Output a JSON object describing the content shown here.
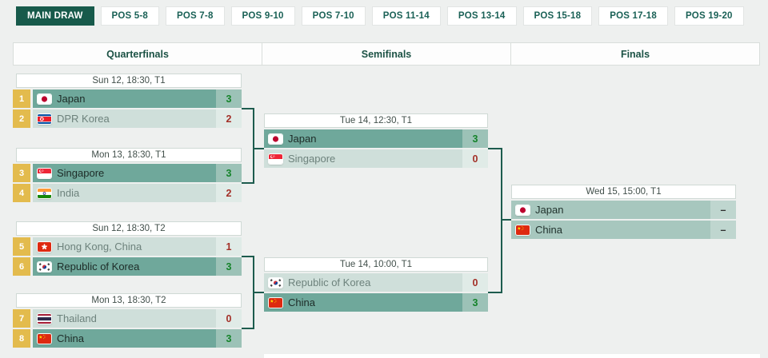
{
  "tabs": [
    {
      "label": "MAIN DRAW",
      "active": true
    },
    {
      "label": "POS 5-8",
      "active": false
    },
    {
      "label": "POS 7-8",
      "active": false
    },
    {
      "label": "POS 9-10",
      "active": false
    },
    {
      "label": "POS 7-10",
      "active": false
    },
    {
      "label": "POS 11-14",
      "active": false
    },
    {
      "label": "POS 13-14",
      "active": false
    },
    {
      "label": "POS 15-18",
      "active": false
    },
    {
      "label": "POS 17-18",
      "active": false
    },
    {
      "label": "POS 19-20",
      "active": false
    }
  ],
  "round_headers": [
    "Quarterfinals",
    "Semifinals",
    "Finals"
  ],
  "matches": {
    "qf1": {
      "schedule": "Sun 12, 18:30, T1",
      "rows": [
        {
          "seed": "1",
          "team": "Japan",
          "flag": "japan",
          "score": "3",
          "result": "win"
        },
        {
          "seed": "2",
          "team": "DPR Korea",
          "flag": "dpr-korea",
          "score": "2",
          "result": "loss"
        }
      ]
    },
    "qf2": {
      "schedule": "Mon 13, 18:30, T1",
      "rows": [
        {
          "seed": "3",
          "team": "Singapore",
          "flag": "singapore",
          "score": "3",
          "result": "win"
        },
        {
          "seed": "4",
          "team": "India",
          "flag": "india",
          "score": "2",
          "result": "loss"
        }
      ]
    },
    "qf3": {
      "schedule": "Sun 12, 18:30, T2",
      "rows": [
        {
          "seed": "5",
          "team": "Hong Kong, China",
          "flag": "hong-kong",
          "score": "1",
          "result": "loss"
        },
        {
          "seed": "6",
          "team": "Republic of Korea",
          "flag": "south-korea",
          "score": "3",
          "result": "win"
        }
      ]
    },
    "qf4": {
      "schedule": "Mon 13, 18:30, T2",
      "rows": [
        {
          "seed": "7",
          "team": "Thailand",
          "flag": "thailand",
          "score": "0",
          "result": "loss"
        },
        {
          "seed": "8",
          "team": "China",
          "flag": "china",
          "score": "3",
          "result": "win"
        }
      ]
    },
    "sf1": {
      "schedule": "Tue 14, 12:30, T1",
      "rows": [
        {
          "team": "Japan",
          "flag": "japan",
          "score": "3",
          "result": "win"
        },
        {
          "team": "Singapore",
          "flag": "singapore",
          "score": "0",
          "result": "loss"
        }
      ]
    },
    "sf2": {
      "schedule": "Tue 14, 10:00, T1",
      "rows": [
        {
          "team": "Republic of Korea",
          "flag": "south-korea",
          "score": "0",
          "result": "loss"
        },
        {
          "team": "China",
          "flag": "china",
          "score": "3",
          "result": "win"
        }
      ]
    },
    "final": {
      "schedule": "Wed 15, 15:00, T1",
      "rows": [
        {
          "team": "Japan",
          "flag": "japan",
          "score": "–",
          "result": "pending"
        },
        {
          "team": "China",
          "flag": "china",
          "score": "–",
          "result": "pending"
        }
      ]
    }
  },
  "colors": {
    "page_bg": "#eef0ef",
    "active_tab": "#175a4b",
    "winner_row": "#6fa89b",
    "loser_row": "#cfdfda",
    "pending_row": "#a7c7be",
    "seed_badge": "#e3bb4d",
    "score_win": "#15832a",
    "score_loss": "#a33028",
    "connector": "#1d5c4e"
  }
}
